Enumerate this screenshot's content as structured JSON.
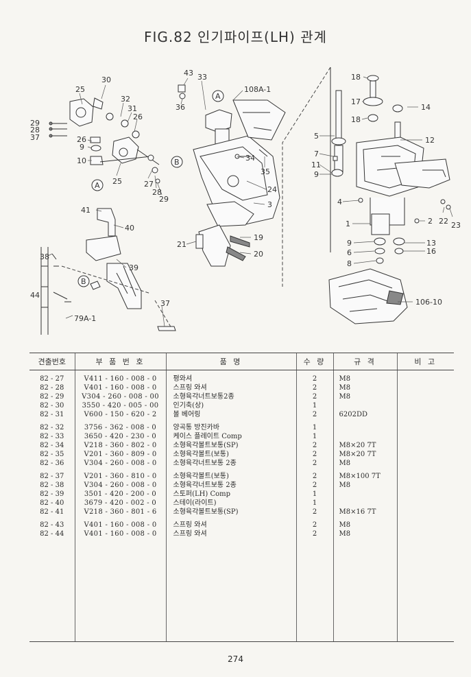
{
  "title": "FIG.82 인기파이프(LH) 관계",
  "diagram": {
    "callouts": [
      "30",
      "25",
      "32",
      "31",
      "26",
      "29",
      "28",
      "37",
      "26",
      "9",
      "10",
      "25",
      "27",
      "28",
      "29",
      "43",
      "33",
      "36",
      "108A-1",
      "34",
      "35",
      "24",
      "3",
      "41",
      "40",
      "39",
      "21",
      "19",
      "20",
      "38",
      "44",
      "37",
      "79A-1",
      "18",
      "17",
      "14",
      "18",
      "12",
      "5",
      "7",
      "11",
      "9",
      "4",
      "1",
      "2",
      "22",
      "23",
      "9",
      "6",
      "8",
      "13",
      "16",
      "106-10"
    ],
    "markers": [
      "A",
      "A",
      "B",
      "B"
    ]
  },
  "table": {
    "headers": [
      "견출번호",
      "부 품 번 호",
      "품 명",
      "수 량",
      "규 격",
      "비 고"
    ],
    "groups": [
      [
        {
          "ref": "82 - 27",
          "pn": "V411 - 160 - 008 - 0",
          "name": "평와셔",
          "qty": "2",
          "spec": "M8"
        },
        {
          "ref": "82 - 28",
          "pn": "V401 - 160 - 008 - 0",
          "name": "스프링 와셔",
          "qty": "2",
          "spec": "M8"
        },
        {
          "ref": "82 - 29",
          "pn": "V304 - 260 - 008 - 00",
          "name": "소형육각너트보통2종",
          "qty": "2",
          "spec": "M8"
        },
        {
          "ref": "82 - 30",
          "pn": "3550 - 420 - 005 - 00",
          "name": "인기축(상)",
          "qty": "1",
          "spec": ""
        },
        {
          "ref": "82 - 31",
          "pn": "V600 - 150 - 620 - 2",
          "name": "볼 베어링",
          "qty": "2",
          "spec": "6202DD"
        }
      ],
      [
        {
          "ref": "82 - 32",
          "pn": "3756 - 362 - 008 - 0",
          "name": "양곡통 방진카바",
          "qty": "1",
          "spec": ""
        },
        {
          "ref": "82 - 33",
          "pn": "3650 - 420 - 230 - 0",
          "name": "케이스 플레이트 Comp",
          "qty": "1",
          "spec": ""
        },
        {
          "ref": "82 - 34",
          "pn": "V218 - 360 - 802 - 0",
          "name": "소형육각볼트보통(SP)",
          "qty": "2",
          "spec": "M8×20 7T"
        },
        {
          "ref": "82 - 35",
          "pn": "V201 - 360 - 809 - 0",
          "name": "소형육각볼트(보통)",
          "qty": "2",
          "spec": "M8×20 7T"
        },
        {
          "ref": "82 - 36",
          "pn": "V304 - 260 - 008 - 0",
          "name": "소형육각너트보통 2종",
          "qty": "2",
          "spec": "M8"
        }
      ],
      [
        {
          "ref": "82 - 37",
          "pn": "V201 - 360 - 810 - 0",
          "name": "소형육각볼트(보통)",
          "qty": "2",
          "spec": "M8×100 7T"
        },
        {
          "ref": "82 - 38",
          "pn": "V304 - 260 - 008 - 0",
          "name": "소형육각너트보통 2종",
          "qty": "2",
          "spec": "M8"
        },
        {
          "ref": "82 - 39",
          "pn": "3501 - 420 - 200 - 0",
          "name": "스토퍼(LH) Comp",
          "qty": "1",
          "spec": ""
        },
        {
          "ref": "82 - 40",
          "pn": "3679 - 420 - 002 - 0",
          "name": "스테이(라이트)",
          "qty": "1",
          "spec": ""
        },
        {
          "ref": "82 - 41",
          "pn": "V218 - 360 - 801 - 6",
          "name": "소형육각볼트보통(SP)",
          "qty": "2",
          "spec": "M8×16 7T"
        }
      ],
      [
        {
          "ref": "82 - 43",
          "pn": "V401 - 160 - 008 - 0",
          "name": "스프링 와셔",
          "qty": "2",
          "spec": "M8"
        },
        {
          "ref": "82 - 44",
          "pn": "V401 - 160 - 008 - 0",
          "name": "스프링 와셔",
          "qty": "2",
          "spec": "M8"
        }
      ]
    ]
  },
  "page_number": "274"
}
